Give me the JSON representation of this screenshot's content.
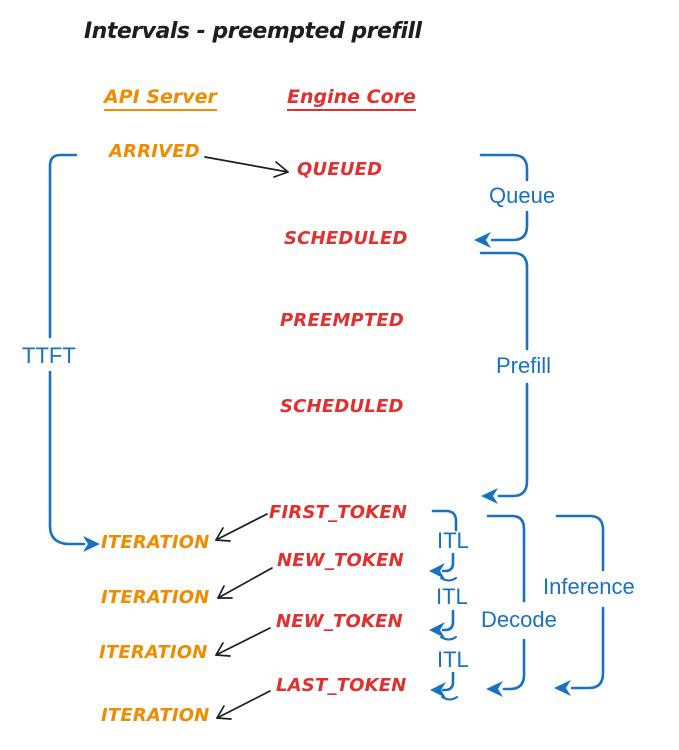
{
  "title": "Intervals - preempted prefill",
  "colors": {
    "black": "#1e1e1e",
    "orange": "#f08c00",
    "red": "#e03131",
    "blue": "#1971c2",
    "background": "#ffffff"
  },
  "columns": {
    "api_server": "API Server",
    "engine_core": "Engine Core"
  },
  "events": {
    "arrived": "ARRIVED",
    "queued": "QUEUED",
    "scheduled1": "SCHEDULED",
    "preempted": "PREEMPTED",
    "scheduled2": "SCHEDULED",
    "first_token": "FIRST_TOKEN",
    "new_token1": "NEW_TOKEN",
    "new_token2": "NEW_TOKEN",
    "last_token": "LAST_TOKEN",
    "iteration1": "ITERATION",
    "iteration2": "ITERATION",
    "iteration3": "ITERATION",
    "iteration4": "ITERATION"
  },
  "intervals": {
    "ttft": "TTFT",
    "queue": "Queue",
    "prefill": "Prefill",
    "itl1": "ITL",
    "itl2": "ITL",
    "itl3": "ITL",
    "decode": "Decode",
    "inference": "Inference"
  }
}
